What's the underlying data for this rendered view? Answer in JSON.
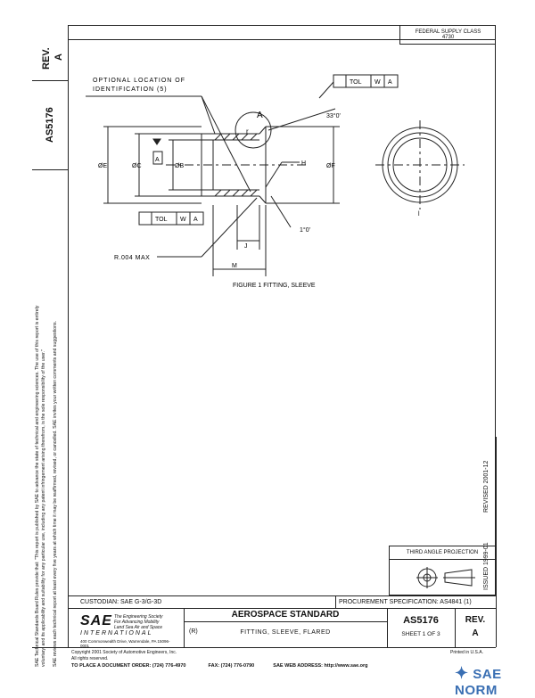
{
  "sidebar": {
    "rev_label": "REV.",
    "rev_value": "A",
    "doc_number": "AS5176",
    "notice_line1": "SAE Technical Standards Board Rules provide that: \"This report is published by SAE to advance the state of technical and engineering sciences. The use of this report is entirely",
    "notice_line2": "voluntary, and its applicability and suitability for any particular use, including any patent infringement arising therefrom, is the sole responsibility of the user.\"",
    "notice_line3": "SAE reviews each technical report at least every five years at which time it may be reaffirmed, revised, or cancelled. SAE invites your written comments and suggestions."
  },
  "header": {
    "fsc_label": "FEDERAL SUPPLY CLASS",
    "fsc_value": "4730"
  },
  "drawing": {
    "optional_location": "OPTIONAL LOCATION OF",
    "identification": "IDENTIFICATION (5)",
    "tol_label": "TOL",
    "w_label": "W",
    "a_label": "A",
    "angle_33": "33°0'",
    "angle_1": "1°0'",
    "dim_e": "ØE",
    "dim_c": "ØC",
    "dim_b": "ØB",
    "dim_f": "ØF",
    "dim_h": "H",
    "dim_j": "J",
    "dim_m": "M",
    "radius": "R.004 MAX",
    "datum_a": "A",
    "datum_r": "r",
    "section_l": "l",
    "figure_caption": "FIGURE 1  FITTING, SLEEVE"
  },
  "revision": {
    "issued": "ISSUED 1999-01",
    "revised": "REVISED 2001-12"
  },
  "projection": {
    "label": "THIRD ANGLE PROJECTION"
  },
  "titleblock": {
    "custodian": "CUSTODIAN:  SAE G-3/G-3D",
    "procurement": "PROCUREMENT SPECIFICATION: AS4841 (1)",
    "sae_logo": "SAE",
    "sae_tagline1": "The Engineering Society",
    "sae_tagline2": "For Advancing Mobility",
    "sae_tagline3": "Land Sea Air and Space",
    "international": "INTERNATIONAL",
    "address": "400 Commonwealth Drive, Warrendale, PA 15096-0001",
    "standard_title": "AEROSPACE STANDARD",
    "r_mark": "(R)",
    "part_title": "FITTING, SLEEVE, FLARED",
    "doc_number": "AS5176",
    "sheet": "SHEET 1 OF 3",
    "rev_label": "REV.",
    "rev_value": "A"
  },
  "footer": {
    "copyright": "Copyright 2001 Society of Automotive Engineers, Inc.",
    "rights": "All rights reserved.",
    "printed": "Printed in U.S.A.",
    "order_label": "TO PLACE A DOCUMENT ORDER:",
    "order_phone": "(724) 776-4970",
    "fax_label": "FAX:",
    "fax_value": "(724) 776-0790",
    "web_label": "SAE WEB ADDRESS:",
    "web_value": "http://www.sae.org"
  },
  "watermark": {
    "text": "SAE NORM"
  }
}
